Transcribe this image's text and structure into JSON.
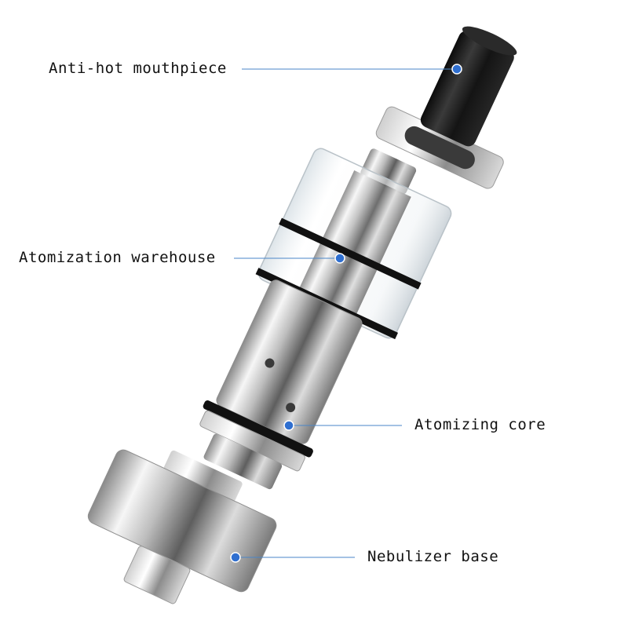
{
  "callouts": [
    {
      "id": "mouthpiece",
      "label": "Anti-hot mouthpiece"
    },
    {
      "id": "warehouse",
      "label": "Atomization warehouse"
    },
    {
      "id": "core",
      "label": "Atomizing core"
    },
    {
      "id": "base",
      "label": "Nebulizer base"
    }
  ],
  "colors": {
    "leader_line": "#4a86c8",
    "dot": "#2f6fd0",
    "mouthpiece_body": "#1a1a1a",
    "steel_light": "#f4f4f4",
    "steel_dark": "#6e6e6e",
    "o_ring": "#111111",
    "glass": "#e8eef2"
  },
  "icons": [
    "leader-dot"
  ]
}
